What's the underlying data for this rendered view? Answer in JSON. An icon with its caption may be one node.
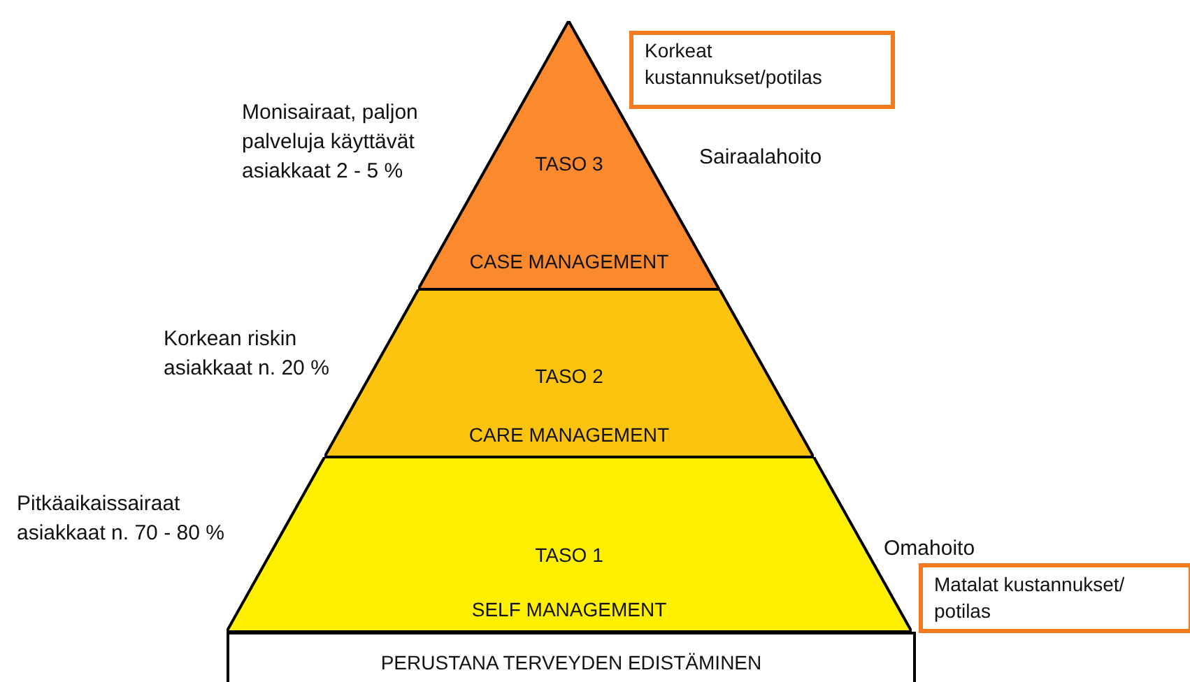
{
  "diagram": {
    "nodes": [
      {
        "text": [
          "Korkeat kustannukset/potilas"
        ]
      },
      {
        "text": [
          "TASO 3",
          "CASE MANAGEMENT"
        ]
      },
      {
        "text": [
          "TASO 2",
          "CARE MANAGEMENT"
        ]
      },
      {
        "text": [
          "TASO 1",
          "SELF MANAGEMENT"
        ]
      },
      {
        "text": [
          "PERUSTANA TERVEYDEN EDISTÄMINEN"
        ]
      },
      {
        "text": [
          "Matalat kustannukset/ potilas"
        ]
      }
    ],
    "labels": [
      "Monisairaat, paljon palveluja käyttävät asiakkaat 2 - 5 %",
      "Sairaalahoito",
      "Korkean riskin asiakkaat n. 20 %",
      "Pitkäaikaissairaat asiakkaat n. 70 - 80 %",
      "Omahoito"
    ]
  }
}
